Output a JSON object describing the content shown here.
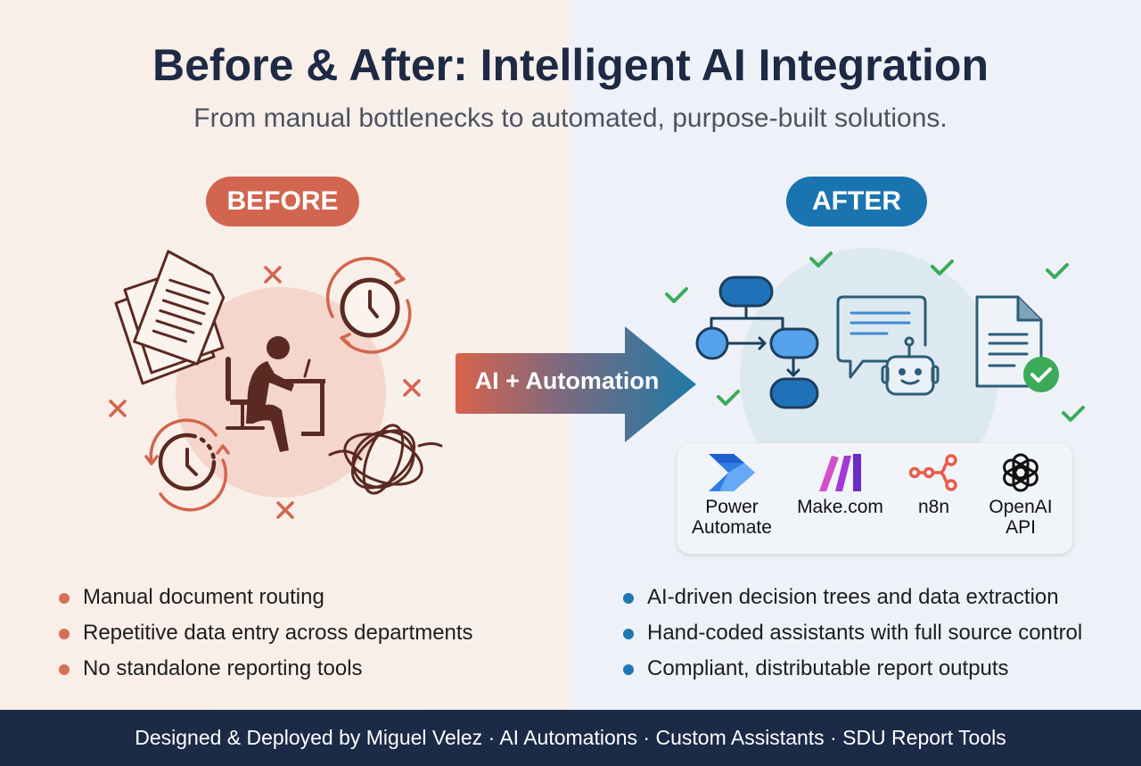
{
  "title": "Before & After: Intelligent AI Integration",
  "subtitle": "From manual bottlenecks to automated, purpose-built solutions.",
  "before": {
    "label": "BEFORE",
    "bullets": [
      "Manual document routing",
      "Repetitive data entry across departments",
      "No standalone reporting tools"
    ]
  },
  "arrow_label": "AI + Automation",
  "after": {
    "label": "AFTER",
    "tools": [
      {
        "name_line1": "Power",
        "name_line2": "Automate"
      },
      {
        "name_line1": "Make.com",
        "name_line2": ""
      },
      {
        "name_line1": "n8n",
        "name_line2": ""
      },
      {
        "name_line1": "OpenAI",
        "name_line2": "API"
      }
    ],
    "bullets": [
      "AI-driven decision trees and data extraction",
      "Hand-coded assistants with full source control",
      "Compliant, distributable report outputs"
    ]
  },
  "footer": "Designed & Deployed by Miguel Velez · AI Automations · Custom Assistants · SDU Report Tools",
  "colors": {
    "before": "#d2654f",
    "after": "#1a74b0",
    "check": "#3bab5a",
    "ink": "#5a2a22",
    "footer": "#1b2a47"
  }
}
